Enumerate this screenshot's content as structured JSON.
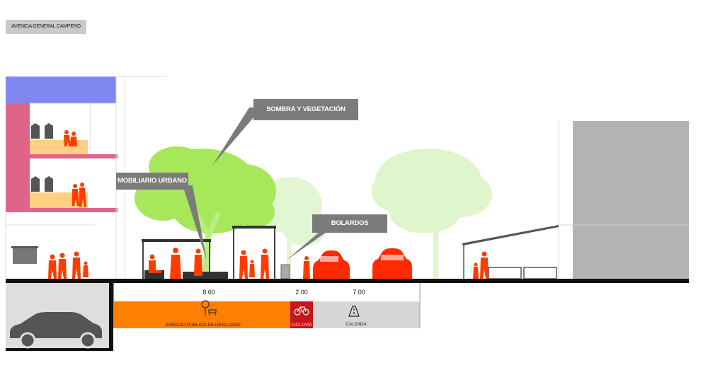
{
  "street_name": "AVENIDA GENERAL CAMPERO",
  "callouts": {
    "shade": "SOMBRA Y VEGETACIÓN",
    "furniture": "MOBILIARIO URBANO",
    "bollards": "BOLARDOS"
  },
  "sections": [
    {
      "width": "8.60",
      "label": "ESPACIO PÚBLICO DE DESCANSO",
      "icon": "bench-tree-icon",
      "color": "#ff7f00"
    },
    {
      "width": "2.00",
      "label": "CICLOVÍA",
      "icon": "bicycle-icon",
      "color": "#c4161c"
    },
    {
      "width": "7.00",
      "label": "CALZADA",
      "icon": "road-icon",
      "color": "#d6d6d6"
    }
  ],
  "colors": {
    "figures": "#ff3c00",
    "tree_main": "#a6e85a",
    "tree_light": "#d9f3c5",
    "building_pink": "#e0648a",
    "building_roof": "#8088f0",
    "building_grey": "#b3b3b3",
    "callout": "#7b7b7b"
  }
}
